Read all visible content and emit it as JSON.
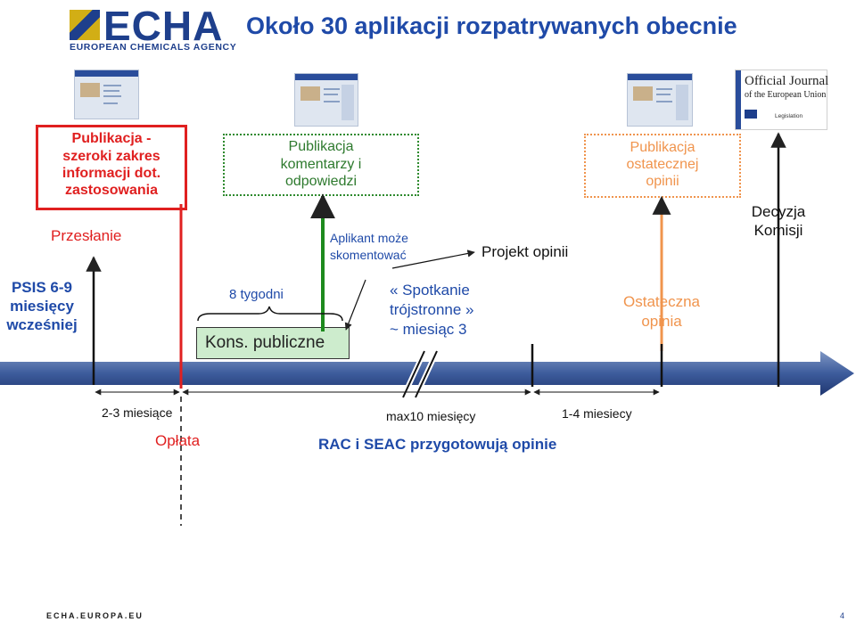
{
  "header": {
    "logo_word": "ECHA",
    "logo_subtitle": "EUROPEAN CHEMICALS AGENCY",
    "title": "Około 30 aplikacji rozpatrywanych obecnie"
  },
  "official_journal": {
    "line1": "Official Journal",
    "line2": "of the European Union",
    "line3": "Legislation"
  },
  "boxes": {
    "red_box": [
      "Publikacja -",
      "szeroki zakres",
      "informacji dot.",
      "zastosowania"
    ],
    "green_box": [
      "Publikacja",
      "komentarzy i",
      "odpowiedzi"
    ],
    "orange_box": [
      "Publikacja",
      "ostatecznej",
      "opinii"
    ],
    "kons": "Kons. publiczne"
  },
  "labels": {
    "przeslanie": "Przesłanie",
    "psis": [
      "PSIS 6-9",
      "miesięcy",
      "wcześniej"
    ],
    "osiem_tygodni": "8 tygodni",
    "aplikant": [
      "Aplikant może",
      "skomentować"
    ],
    "spotkanie": [
      "« Spotkanie",
      "trójstronne »",
      "~ miesiąc 3"
    ],
    "projekt": "Projekt opinii",
    "ostateczna": [
      "Ostateczna",
      "opinia"
    ],
    "decyzja": [
      "Decyzja",
      "Komisji"
    ],
    "span_2_3": "2-3 miesiące",
    "oplata": "Opłata",
    "max10": "max10 miesięcy",
    "span_1_4": "1-4 miesiecy",
    "rac_seac": "RAC i SEAC przygotowują opinie"
  },
  "footer": {
    "site": "ECHA.EUROPA.EU",
    "page": "4"
  },
  "colors": {
    "brand_blue": "#1e3f8c",
    "title_blue": "#1f4aa8",
    "red": "#e02020",
    "green": "#2e8a2e",
    "orange": "#f0944d",
    "timeline_blue": "#2f4f8f"
  }
}
